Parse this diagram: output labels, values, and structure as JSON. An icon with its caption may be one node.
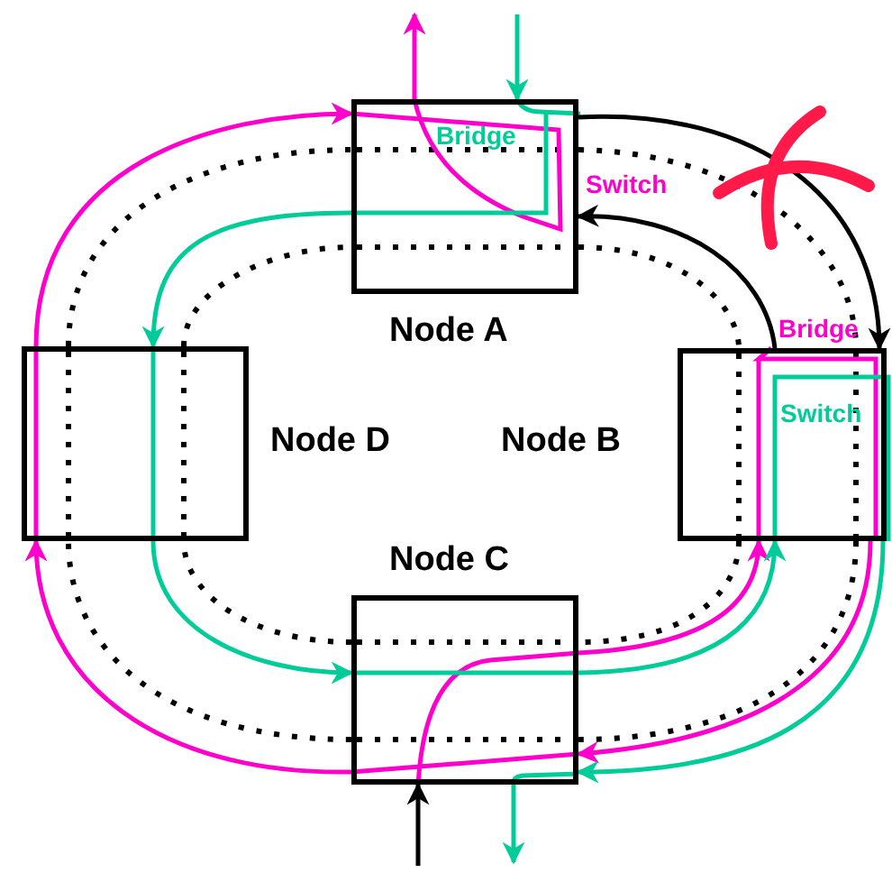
{
  "diagram": {
    "nodes": [
      {
        "text": [
          "Node A"
        ]
      },
      {
        "text": [
          "Node D"
        ]
      },
      {
        "text": [
          "Node B"
        ]
      },
      {
        "text": [
          "Node C"
        ]
      }
    ],
    "edges": [
      {
        "from": 0,
        "to": 2,
        "arrow": "to"
      },
      {
        "from": 2,
        "to": 0,
        "arrow": "to"
      },
      {
        "from": null,
        "to": 3,
        "arrow": "to"
      },
      {
        "from": null,
        "to": 0,
        "arrow": "to",
        "color": "#00cc99"
      },
      {
        "from": 0,
        "to": null,
        "arrow": "to",
        "color": "#ff00cc"
      },
      {
        "from": 1,
        "to": 0,
        "arrow": "to",
        "color": "#ff00cc"
      },
      {
        "from": 0,
        "to": 1,
        "arrow": "to",
        "color": "#00cc99"
      },
      {
        "from": 1,
        "to": 3,
        "arrow": "to",
        "color": "#00cc99"
      },
      {
        "from": 3,
        "to": 1,
        "arrow": "to",
        "color": "#ff00cc"
      },
      {
        "from": 3,
        "to": 2,
        "arrow": "to",
        "color": "#ff00cc"
      },
      {
        "from": 3,
        "to": 2,
        "arrow": "to",
        "color": "#00cc99"
      },
      {
        "from": 2,
        "to": 3,
        "arrow": "to",
        "color": "#ff00cc"
      },
      {
        "from": 2,
        "to": 3,
        "arrow": "to",
        "color": "#00cc99"
      },
      {
        "from": 3,
        "to": null,
        "arrow": "to",
        "color": "#00cc99"
      },
      {
        "from": 0,
        "to": 2,
        "arrow": "none",
        "style": "dashed"
      },
      {
        "from": 0,
        "to": 2,
        "arrow": "none",
        "style": "dashed"
      },
      {
        "from": 2,
        "to": 3,
        "arrow": "none",
        "style": "dashed"
      },
      {
        "from": 2,
        "to": 3,
        "arrow": "none",
        "style": "dashed"
      },
      {
        "from": 3,
        "to": 1,
        "arrow": "none",
        "style": "dashed"
      },
      {
        "from": 3,
        "to": 1,
        "arrow": "none",
        "style": "dashed"
      },
      {
        "from": 1,
        "to": 0,
        "arrow": "none",
        "style": "dashed"
      },
      {
        "from": 1,
        "to": 0,
        "arrow": "none",
        "style": "dashed"
      }
    ],
    "labels": [
      "Bridge",
      "Switch",
      "Bridge",
      "Switch"
    ]
  }
}
